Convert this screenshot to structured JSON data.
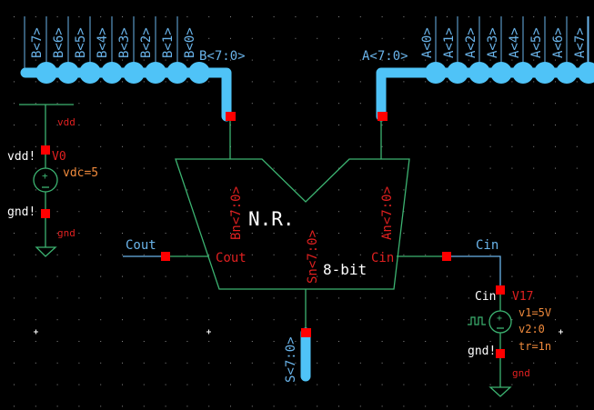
{
  "colors": {
    "background": "#000000",
    "grid": "#8a8a8a",
    "wire": "#3cb371",
    "bus": "#4fc3f7",
    "net_label": "#6ab4ea",
    "pin": "#ff0000",
    "pin_label": "#e02020",
    "param": "#f08a3c",
    "instance_text": "#ffffff"
  },
  "bus_b": {
    "label": "B<7:0>",
    "bits": [
      "B<7>",
      "B<6>",
      "B<5>",
      "B<4>",
      "B<3>",
      "B<2>",
      "B<1>",
      "B<0>"
    ]
  },
  "bus_a": {
    "label": "A<7:0>",
    "bits": [
      "A<0>",
      "A<1>",
      "A<2>",
      "A<3>",
      "A<4>",
      "A<5>",
      "A<6>",
      "A<7>"
    ]
  },
  "bus_s": {
    "label": "S<7:0>"
  },
  "block": {
    "title": "N.R.",
    "subtitle": "8-bit",
    "pins": {
      "bn": "Bn<7:0>",
      "an": "An<7:0>",
      "sn": "Sn<7:0>",
      "cout": "Cout",
      "cin": "Cin"
    }
  },
  "nets": {
    "cout": "Cout",
    "cin": "Cin"
  },
  "v0": {
    "name": "V0",
    "param": "vdc=5",
    "top_net": "vdd",
    "top_terminal": "vdd!",
    "bottom_terminal": "gnd!",
    "bottom_net": "gnd"
  },
  "v17": {
    "name": "V17",
    "params": [
      "v1=5V",
      "v2:0",
      "tr=1n"
    ],
    "top_terminal": "Cin",
    "bottom_terminal": "gnd!",
    "bottom_net": "gnd"
  }
}
